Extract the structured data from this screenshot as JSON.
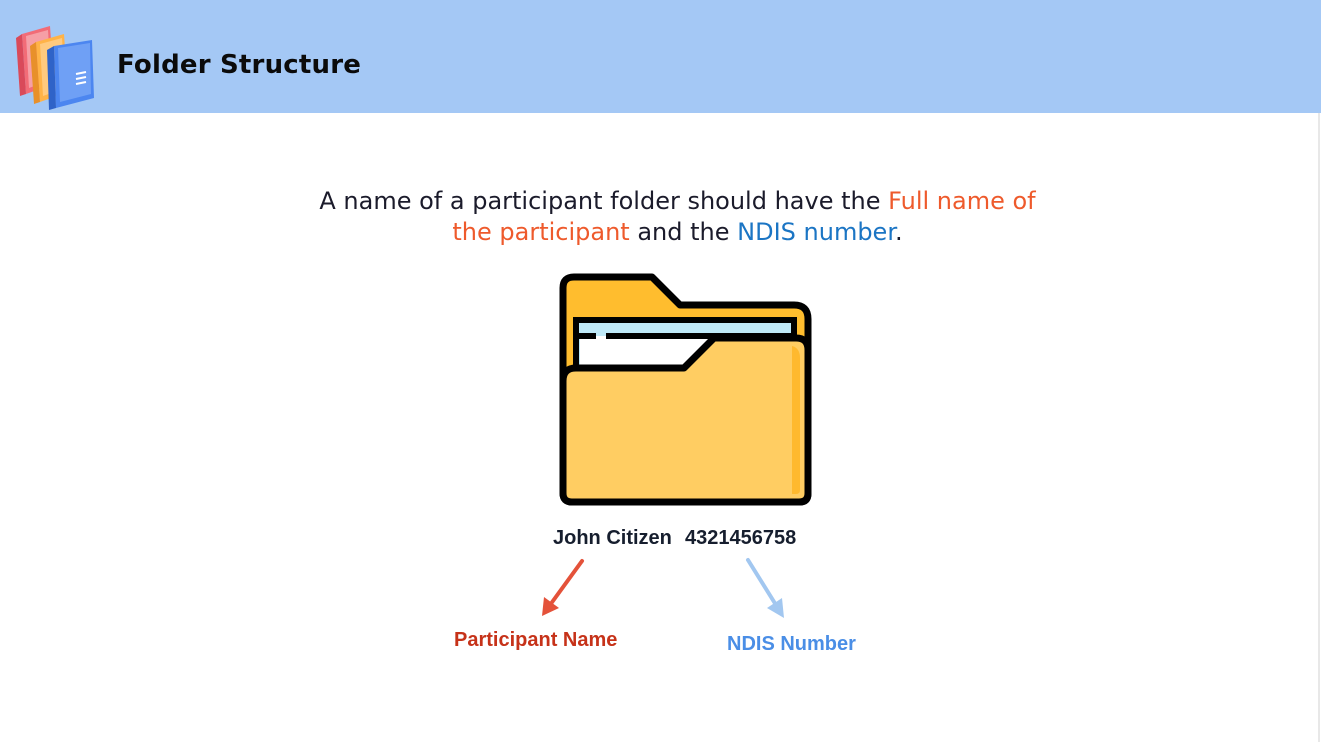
{
  "header": {
    "title": "Folder Structure"
  },
  "intro": {
    "part1": "A name of a participant folder should have the ",
    "highlight1": "Full name of the participant",
    "part2": " and the ",
    "highlight2": "NDIS number",
    "part3": "."
  },
  "example": {
    "participant_name": "John Citizen",
    "ndis_number": "4321456758"
  },
  "captions": {
    "participant_name": "Participant Name",
    "ndis_number": "NDIS Number"
  },
  "colors": {
    "header_bg": "#a4c8f5",
    "highlight_orange": "#ee5a2c",
    "highlight_blue": "#1b75c4",
    "arrow_red": "#e4523a",
    "arrow_blue": "#a2c7f0",
    "caption_red": "#c63219",
    "caption_blue": "#4a8ee6",
    "folder_yellow": "#ffcd62"
  },
  "icons": [
    "books-logo-icon",
    "open-folder-icon",
    "arrow-down-left-icon",
    "arrow-down-right-icon"
  ]
}
